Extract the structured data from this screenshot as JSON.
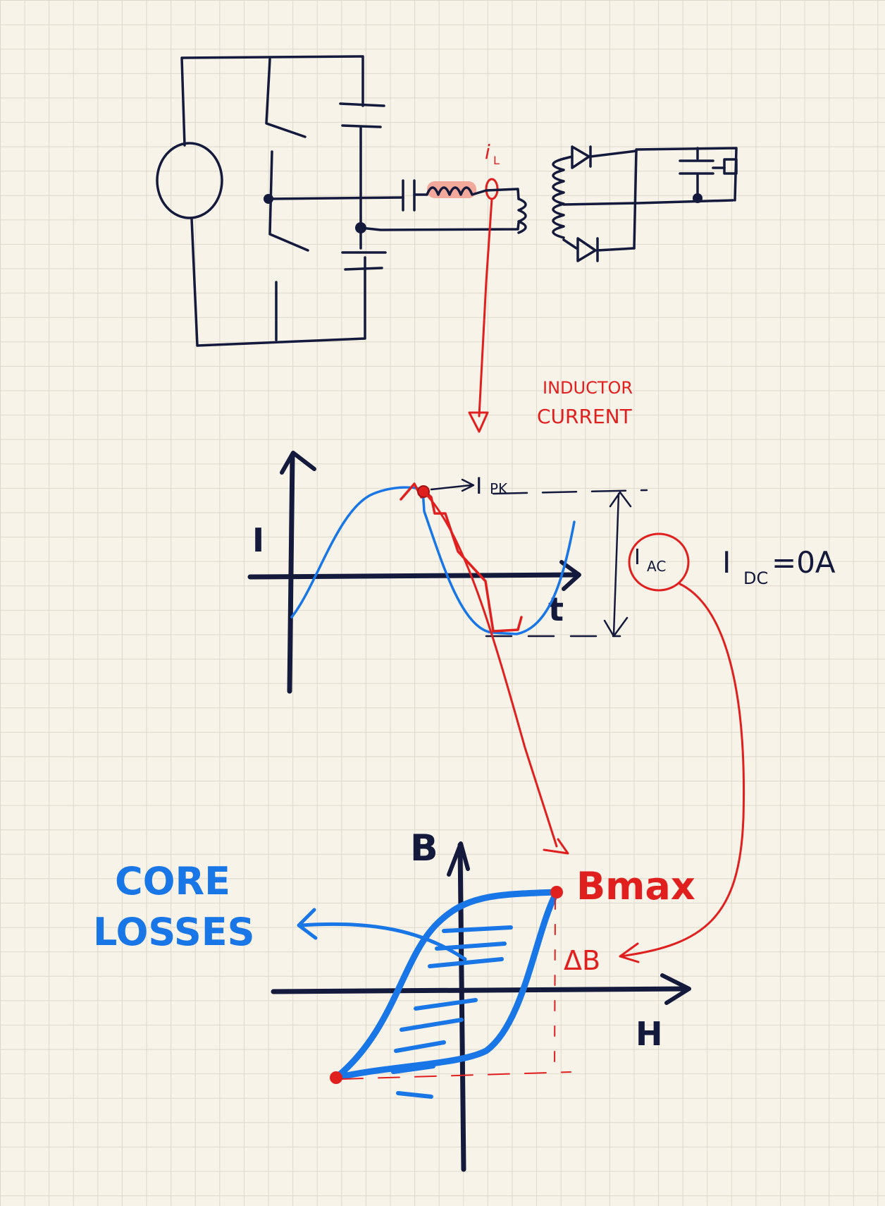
{
  "labels": {
    "inductor_current_symbol": "i",
    "inductor_current_subscript": "L",
    "inductor_current_line1": "INDUCTOR",
    "inductor_current_line2": "CURRENT",
    "i_axis": "I",
    "t_axis": "t",
    "i_peak": "I",
    "i_peak_subscript": "PK",
    "i_ac": "I",
    "i_ac_subscript": "AC",
    "i_dc": "I",
    "i_dc_subscript": "DC",
    "i_dc_value": "=0A",
    "b_axis": "B",
    "h_axis": "H",
    "b_max": "Bmax",
    "delta_b": "ΔB",
    "core_losses_line1": "CORE",
    "core_losses_line2": "LOSSES"
  },
  "colors": {
    "ink": "#141a3c",
    "annotation": "#e01f1f",
    "loop": "#1976e6",
    "inductor_highlight": "#f2a89a",
    "paper": "#f7f3e8",
    "grid": "#ddd8ca"
  }
}
